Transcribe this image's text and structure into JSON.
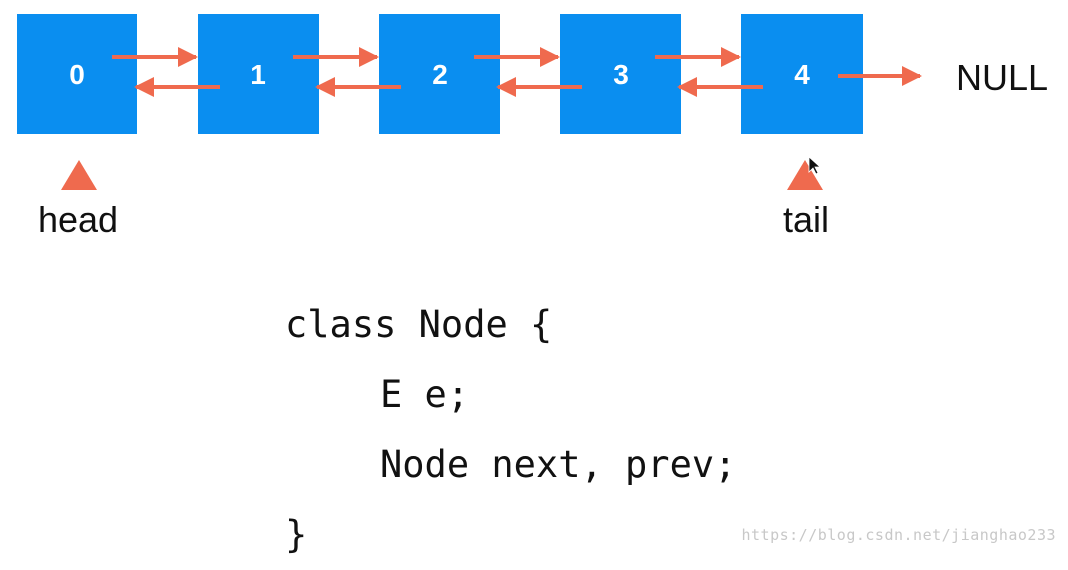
{
  "nodes": [
    {
      "label": "0"
    },
    {
      "label": "1"
    },
    {
      "label": "2"
    },
    {
      "label": "3"
    },
    {
      "label": "4"
    }
  ],
  "null_label": "NULL",
  "head_label": "head",
  "tail_label": "tail",
  "code": {
    "line1": "class Node {",
    "line2": "E e;",
    "line3": "Node next, prev;",
    "line4": "}"
  },
  "watermark": "https://blog.csdn.net/jianghao233",
  "colors": {
    "node_fill": "#0a8ef0",
    "arrow": "#ef6a4e",
    "text": "#111111"
  }
}
